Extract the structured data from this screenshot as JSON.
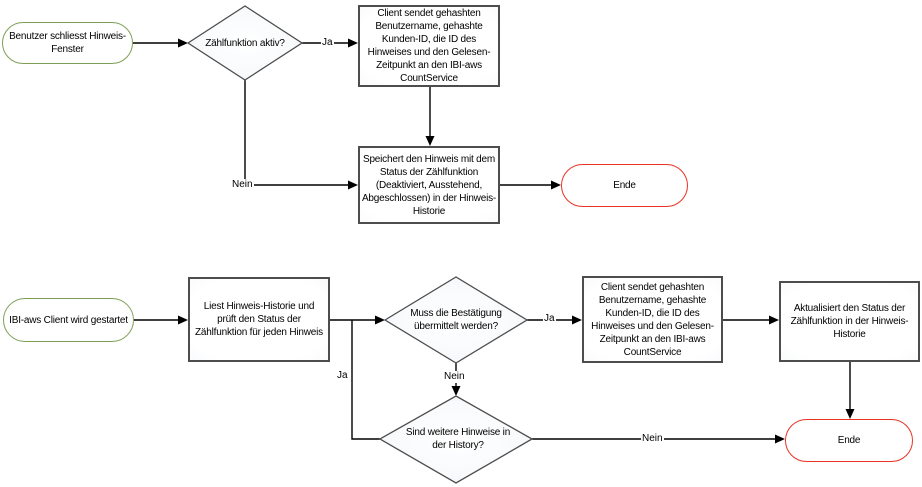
{
  "colors": {
    "start_node_border": "#7f9f56",
    "end_node_border": "#ea3323",
    "shape_border": "#4d4d4d",
    "connector_color": "#000000"
  },
  "top_flow": {
    "start_label": "Benutzer schliesst Hinweis-\nFenster",
    "decision_count_active": "Zählfunktion aktiv?",
    "process_client_sends": "Client sendet gehashten\nBenutzername, gehashte\nKunden-ID, die ID des\nHinweises und den Gelesen-\nZeitpunkt an den IBI-aws\nCountService",
    "process_store_history": "Speichert den Hinweis mit dem\nStatus der Zählfunktion\n(Deaktiviert, Ausstehend,\nAbgeschlossen) in der Hinweis-\nHistorie",
    "end_label": "Ende",
    "edge_ja": "Ja",
    "edge_nein": "Nein"
  },
  "bottom_flow": {
    "start_label": "IBI-aws Client wird gestartet",
    "process_read_history": "Liest Hinweis-Historie und\nprüft den Status der\nZählfunktion für jeden Hinweis",
    "decision_confirmation_needed": "Muss die Bestätigung\nübermittelt werden?",
    "process_client_sends": "Client sendet gehashten\nBenutzername, gehashte\nKunden-ID, die ID des\nHinweises und den Gelesen-\nZeitpunkt an den IBI-aws\nCountService",
    "process_update_status": "Aktualisiert den Status der\nZählfunktion in der Hinweis-\nHistorie",
    "decision_more_hints": "Sind weitere Hinweise in\nder History?",
    "end_label": "Ende",
    "edge_ja_confirmation": "Ja",
    "edge_nein_confirmation": "Nein",
    "edge_ja_more": "Ja",
    "edge_nein_more": "Nein"
  }
}
